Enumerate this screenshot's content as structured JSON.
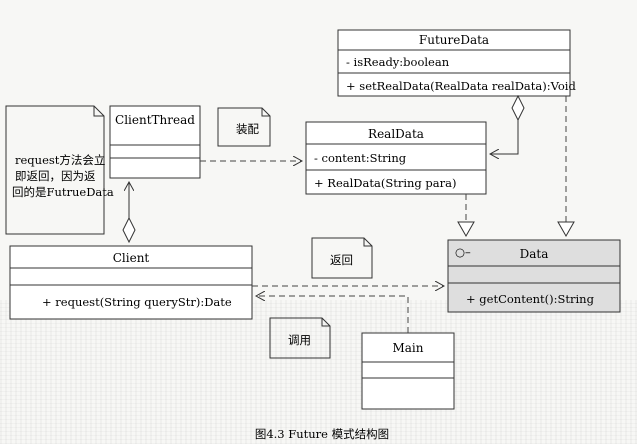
{
  "classes": {
    "future_data": {
      "name": "FutureData",
      "attributes": [
        "-  isReady:boolean"
      ],
      "operations": [
        "+  setRealData(RealData realData):Void"
      ]
    },
    "real_data": {
      "name": "RealData",
      "attributes": [
        "-  content:String"
      ],
      "operations": [
        "+  RealData(String para)"
      ]
    },
    "client_thread": {
      "name": "ClientThread"
    },
    "client": {
      "name": "Client",
      "operations": [
        "+  request(String queryStr):Date"
      ]
    },
    "data": {
      "name": "Data",
      "interface_glyph": "○–",
      "operations": [
        "+  getContent():String"
      ]
    },
    "main": {
      "name": "Main"
    }
  },
  "notes": {
    "request_note": [
      "request方法会立",
      "即返回，因为返",
      "回的是FutrueData"
    ],
    "assemble_label": "装配",
    "return_label": "返回",
    "call_label": "调用"
  },
  "caption": "图4.3   Future 模式结构图"
}
